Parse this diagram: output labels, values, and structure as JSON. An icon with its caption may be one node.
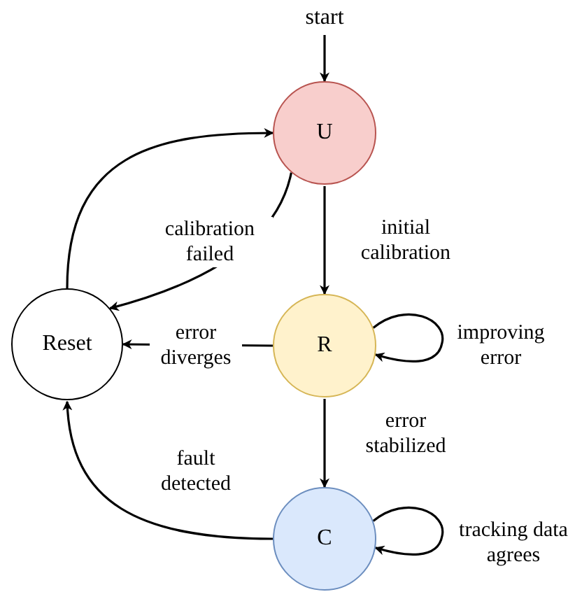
{
  "diagram": {
    "nodes": [
      {
        "text": [
          "start"
        ]
      },
      {
        "text": [
          "U"
        ]
      },
      {
        "text": [
          "R"
        ]
      },
      {
        "text": [
          "C"
        ]
      },
      {
        "text": [
          "Reset"
        ]
      }
    ],
    "edges": [
      {
        "from": 0,
        "to": 1,
        "arrow": "to"
      },
      {
        "from": 1,
        "to": 2,
        "arrow": "to",
        "label": "initial calibration"
      },
      {
        "from": 1,
        "to": 4,
        "arrow": "to",
        "label": "calibration failed"
      },
      {
        "from": 4,
        "to": 1,
        "arrow": "to"
      },
      {
        "from": 2,
        "to": 4,
        "arrow": "to",
        "label": "error diverges"
      },
      {
        "from": 2,
        "to": 2,
        "arrow": "to",
        "label": "improving error"
      },
      {
        "from": 2,
        "to": 3,
        "arrow": "to",
        "label": "error stabilized"
      },
      {
        "from": 3,
        "to": 3,
        "arrow": "to",
        "label": "tracking data agrees"
      },
      {
        "from": 3,
        "to": 4,
        "arrow": "to",
        "label": "fault detected"
      }
    ]
  }
}
